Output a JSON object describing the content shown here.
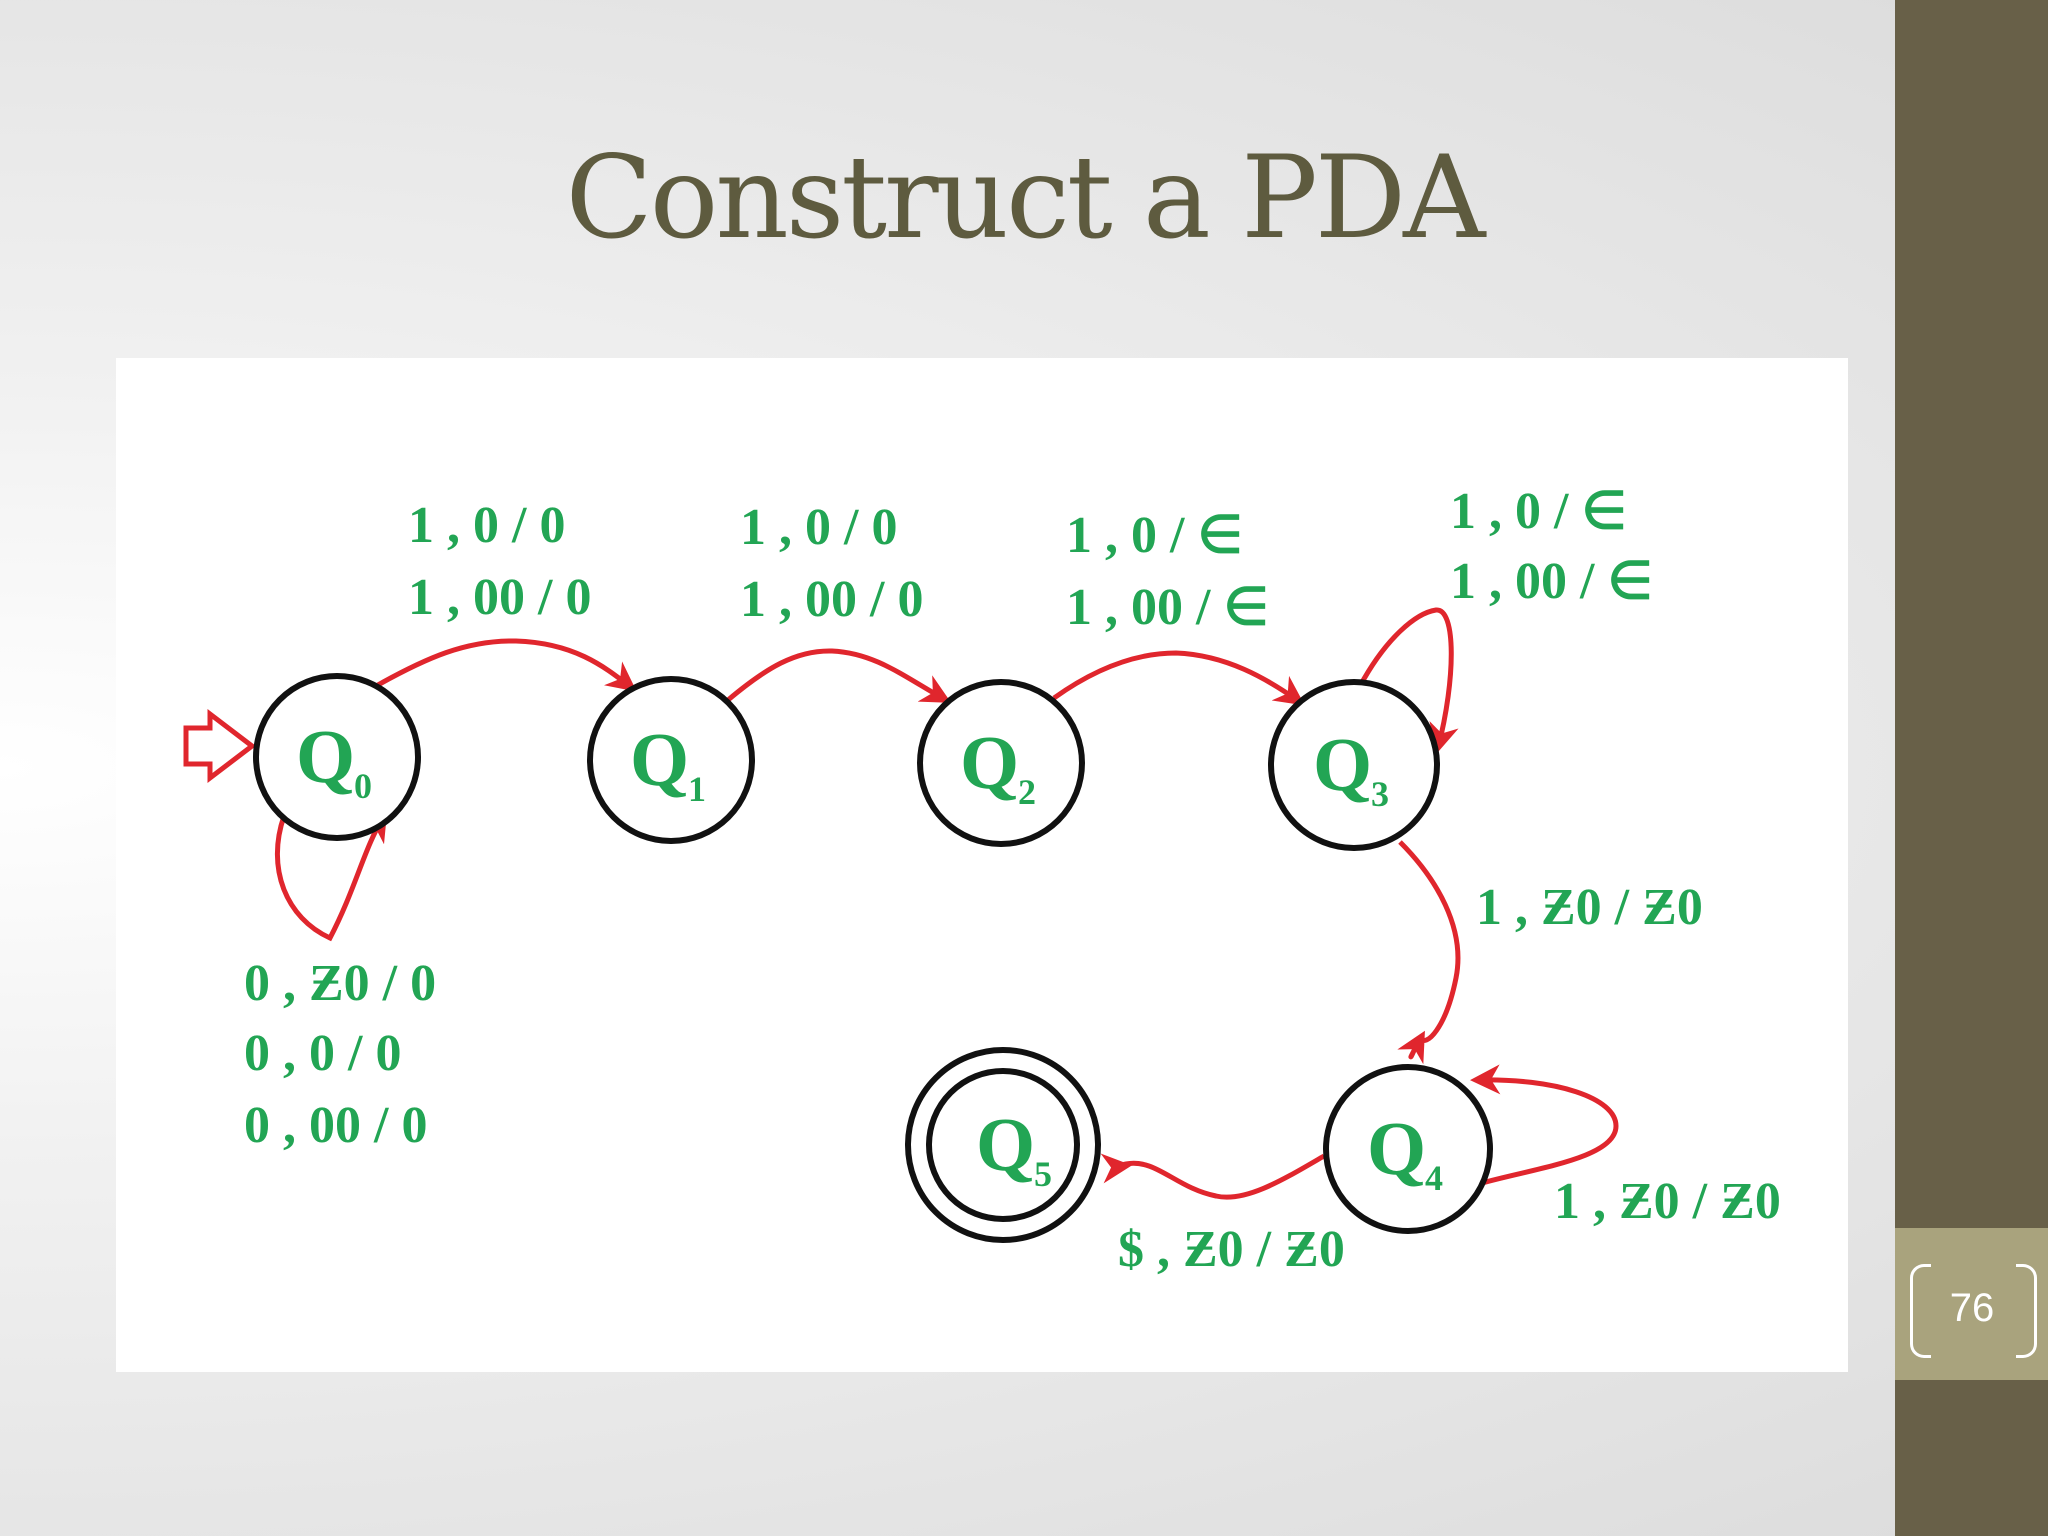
{
  "slide": {
    "title": "Construct a PDA",
    "page_number": "76"
  },
  "colors": {
    "title": "#5e5b3f",
    "sidebar": "#686048",
    "page_box": "#a9a37d",
    "edge": "#e0262d",
    "label": "#22a554",
    "state_stroke": "#111111"
  },
  "diagram": {
    "states": [
      {
        "id": "Q0",
        "name": "Q",
        "sub": "0"
      },
      {
        "id": "Q1",
        "name": "Q",
        "sub": "1"
      },
      {
        "id": "Q2",
        "name": "Q",
        "sub": "2"
      },
      {
        "id": "Q3",
        "name": "Q",
        "sub": "3"
      },
      {
        "id": "Q4",
        "name": "Q",
        "sub": "4"
      },
      {
        "id": "Q5",
        "name": "Q",
        "sub": "5",
        "accepting": true
      }
    ],
    "start_state": "Q0",
    "transitions": [
      {
        "from": "Q0",
        "to": "Q1",
        "labels": [
          "1 , 0 / 0",
          "1 , 00 / 0"
        ]
      },
      {
        "from": "Q1",
        "to": "Q2",
        "labels": [
          "1 , 0 / 0",
          "1 , 00 / 0"
        ]
      },
      {
        "from": "Q2",
        "to": "Q3",
        "labels": [
          "1 , 0 / ∈",
          "1 , 00 / ∈"
        ]
      },
      {
        "from": "Q3",
        "to": "Q3",
        "labels": [
          "1 , 0 / ∈",
          "1 , 00 / ∈"
        ]
      },
      {
        "from": "Q0",
        "to": "Q0",
        "labels": [
          "0 , Ƶ0 / 0",
          "0 , 0 / 0",
          "0 , 00 / 0"
        ]
      },
      {
        "from": "Q3",
        "to": "Q4",
        "labels": [
          "1 , Ƶ0 / Ƶ0"
        ]
      },
      {
        "from": "Q4",
        "to": "Q4",
        "labels": [
          "1 , Ƶ0 / Ƶ0"
        ]
      },
      {
        "from": "Q4",
        "to": "Q5",
        "labels": [
          "$ , Ƶ0 / Ƶ0"
        ]
      }
    ]
  }
}
